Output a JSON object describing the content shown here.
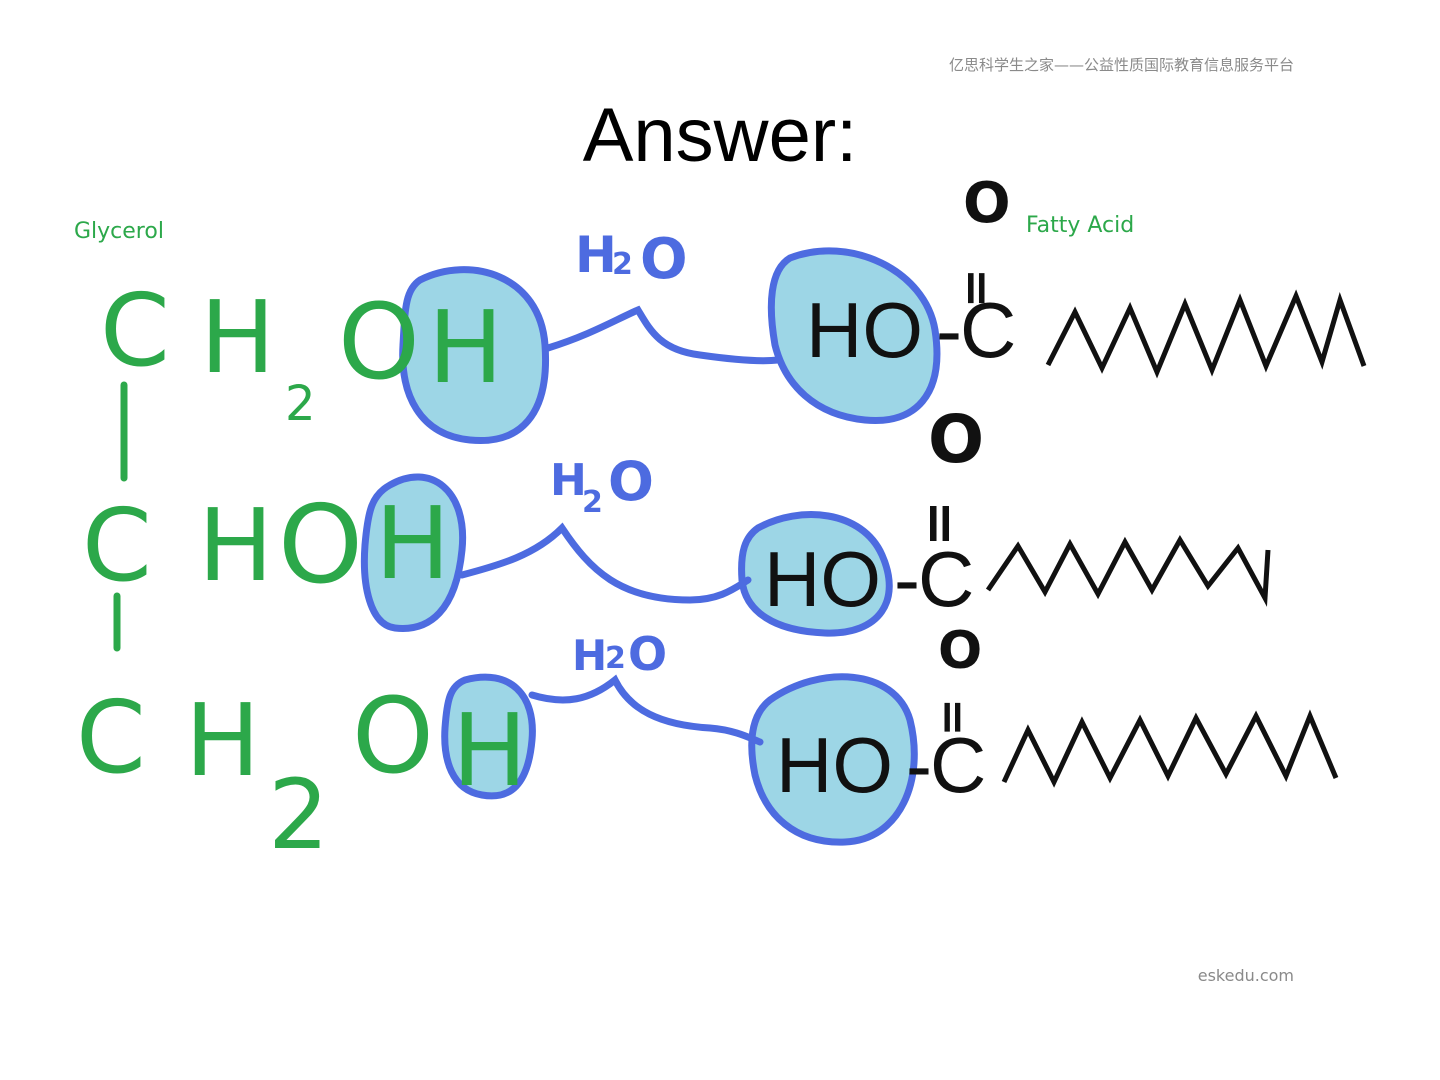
{
  "header": {
    "note": "亿思科学生之家——公益性质国际教育信息服务平台"
  },
  "title": "Answer:",
  "footer": {
    "site": "eskedu.com"
  },
  "colors": {
    "glycerol": "#2ca84a",
    "water": "#4d6be0",
    "highlight_fill": "#9dd6e6",
    "ink": "#111111",
    "muted": "#8a8a8a"
  },
  "diagram": {
    "glycerol_label": "Glycerol",
    "fatty_acid_label": "Fatty Acid",
    "glycerol_rows": [
      {
        "carbon": "C",
        "h": "H",
        "sub": "2",
        "o": "O",
        "end_h": "H"
      },
      {
        "carbon": "C",
        "h": "H",
        "sub": "",
        "o": "O",
        "end_h": "H"
      },
      {
        "carbon": "C",
        "h": "H",
        "sub": "2",
        "o": "O",
        "end_h": "H"
      }
    ],
    "water": [
      {
        "h": "H",
        "sub": "2",
        "o": "O"
      },
      {
        "h": "H",
        "sub": "2",
        "o": "O"
      },
      {
        "h": "H",
        "sub": "2",
        "o": "O"
      }
    ],
    "acid_rows": [
      {
        "ho": "HO",
        "dash": "-",
        "carbon": "C",
        "o": "O",
        "bond": "="
      },
      {
        "ho": "HO",
        "dash": "-",
        "carbon": "C",
        "o": "O",
        "bond": "="
      },
      {
        "ho": "HO",
        "dash": "-",
        "carbon": "C",
        "o": "O",
        "bond": "="
      }
    ]
  }
}
